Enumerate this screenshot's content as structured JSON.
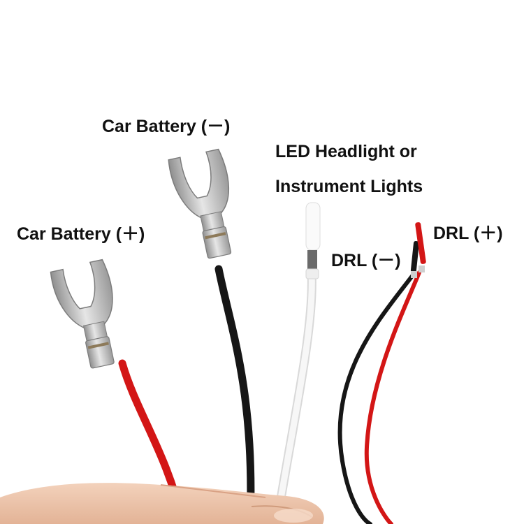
{
  "labels": {
    "battery_negative": "Car Battery (－)",
    "battery_positive": "Car Battery (＋)",
    "led_line1": "LED Headlight or",
    "led_line2": "Instrument Lights",
    "drl_positive": "DRL (＋)",
    "drl_negative": "DRL (－)"
  },
  "colors": {
    "red_wire": "#d31616",
    "black_wire": "#161616",
    "white_wire": "#f4f4f4",
    "terminal": "#b8b8b8",
    "skin": "#efc8ae"
  }
}
